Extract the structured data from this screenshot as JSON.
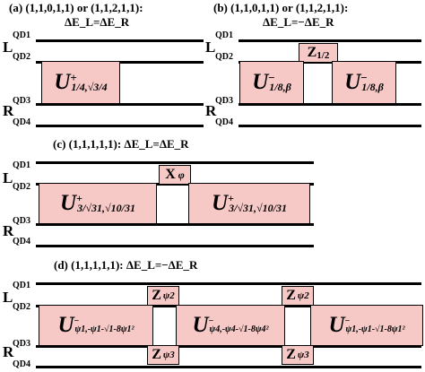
{
  "panel_a": {
    "title": "(a) (1,1,0,1,1) or (1,1,2,1,1):",
    "subtitle": "ΔE_L=ΔE_R",
    "rail_L": "L",
    "rail_R": "R",
    "qd1": "QD1",
    "qd2": "QD2",
    "qd3": "QD3",
    "qd4": "QD4",
    "box1": {
      "op": "U",
      "sign": "+",
      "sub": "1/4,√3/4"
    }
  },
  "panel_b": {
    "title": "(b) (1,1,0,1,1) or (1,1,2,1,1):",
    "subtitle": "ΔE_L=−ΔE_R",
    "rail_L": "L",
    "rail_R": "R",
    "qd1": "QD1",
    "qd2": "QD2",
    "qd3": "QD3",
    "qd4": "QD4",
    "zbox": {
      "op": "Z",
      "sub": "1/2"
    },
    "box1": {
      "op": "U",
      "sign": "−",
      "sub": "1/8,β"
    },
    "box2": {
      "op": "U",
      "sign": "−",
      "sub": "1/8,β"
    }
  },
  "panel_c": {
    "title": "(c) (1,1,1,1,1): ΔE_L=ΔE_R",
    "rail_L": "L",
    "rail_R": "R",
    "qd1": "QD1",
    "qd2": "QD2",
    "qd3": "QD3",
    "qd4": "QD4",
    "xbox": {
      "op": "X",
      "sub": "φ"
    },
    "box1": {
      "op": "U",
      "sign": "+",
      "sub": "3/√31,√10/31"
    },
    "box2": {
      "op": "U",
      "sign": "+",
      "sub": "3/√31,√10/31"
    }
  },
  "panel_d": {
    "title": "(d) (1,1,1,1,1): ΔE_L=−ΔE_R",
    "rail_L": "L",
    "rail_R": "R",
    "qd1": "QD1",
    "qd2": "QD2",
    "qd3": "QD3",
    "qd4": "QD4",
    "ztop1": {
      "op": "Z",
      "sub": "ψ2"
    },
    "ztop2": {
      "op": "Z",
      "sub": "ψ2"
    },
    "zbot1": {
      "op": "Z",
      "sub": "ψ3"
    },
    "zbot2": {
      "op": "Z",
      "sub": "ψ3"
    },
    "box1": {
      "op": "U",
      "sign": "−",
      "sub": "ψ1,-ψ1-√1-8ψ1²"
    },
    "box2": {
      "op": "U",
      "sign": "−",
      "sub": "ψ4,-ψ4-√1-8ψ4²"
    },
    "box3": {
      "op": "U",
      "sign": "−",
      "sub": "ψ1,-ψ1-√1-8ψ1²"
    }
  }
}
